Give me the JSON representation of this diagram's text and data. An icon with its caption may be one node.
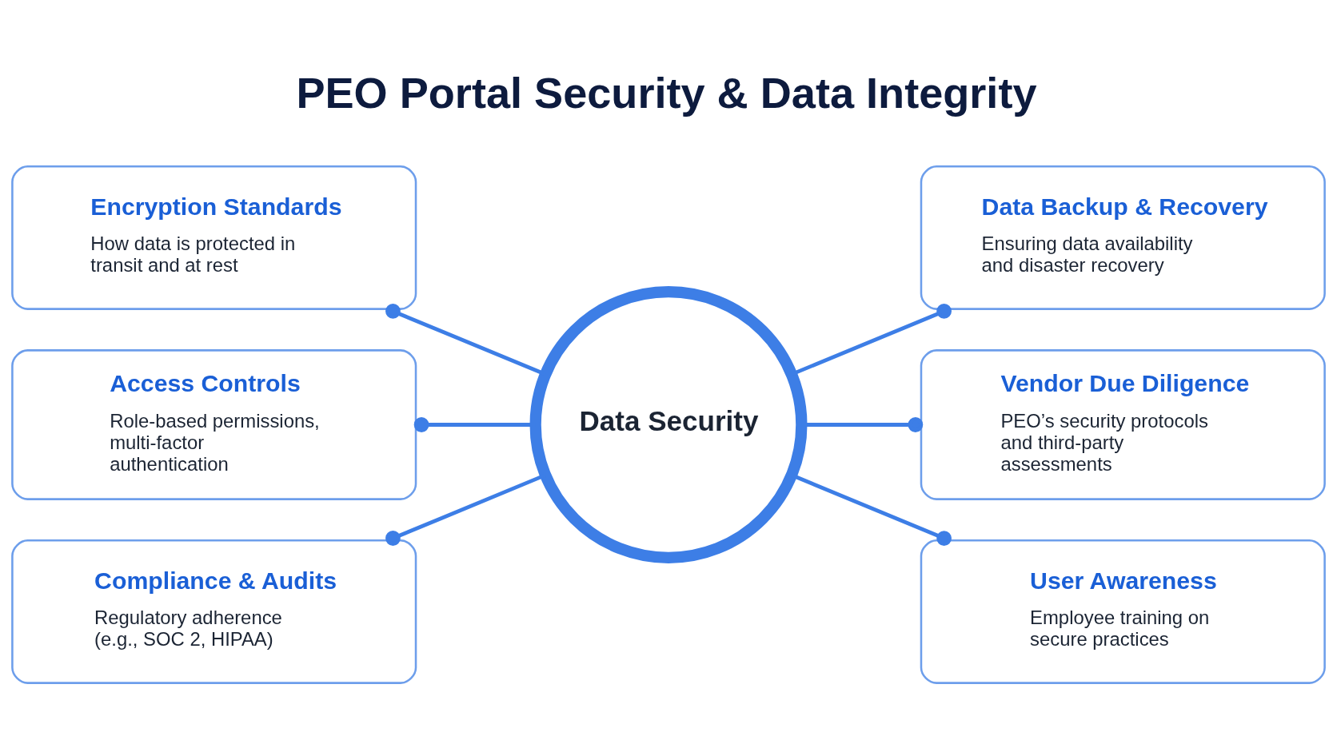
{
  "diagram": {
    "title": "PEO Portal Security & Data Integrity",
    "nodes": [
      {
        "text": [
          "Encryption Standards",
          "How data is protected in transit and at rest"
        ]
      },
      {
        "text": [
          "Access Controls",
          "Role-based permissions, multi-factor authentication"
        ]
      },
      {
        "text": [
          "Compliance & Audits",
          "Regulatory adherence (e.g., SOC 2, HIPAA)"
        ]
      },
      {
        "text": [
          "Data Security"
        ]
      },
      {
        "text": [
          "Data Backup & Recovery",
          "Ensuring data availability and disaster recovery"
        ]
      },
      {
        "text": [
          "Vendor Due Diligence",
          "PEO’s security protocols and third-party assessments"
        ]
      },
      {
        "text": [
          "User Awareness",
          "Employee training on secure practices"
        ]
      }
    ],
    "edges": [
      {
        "from": 0,
        "to": 3,
        "arrow": "other"
      },
      {
        "from": 1,
        "to": 3,
        "arrow": "other"
      },
      {
        "from": 2,
        "to": 3,
        "arrow": "other"
      },
      {
        "from": 3,
        "to": 4,
        "arrow": "other"
      },
      {
        "from": 3,
        "to": 5,
        "arrow": "other"
      },
      {
        "from": 3,
        "to": 6,
        "arrow": "other"
      }
    ]
  }
}
